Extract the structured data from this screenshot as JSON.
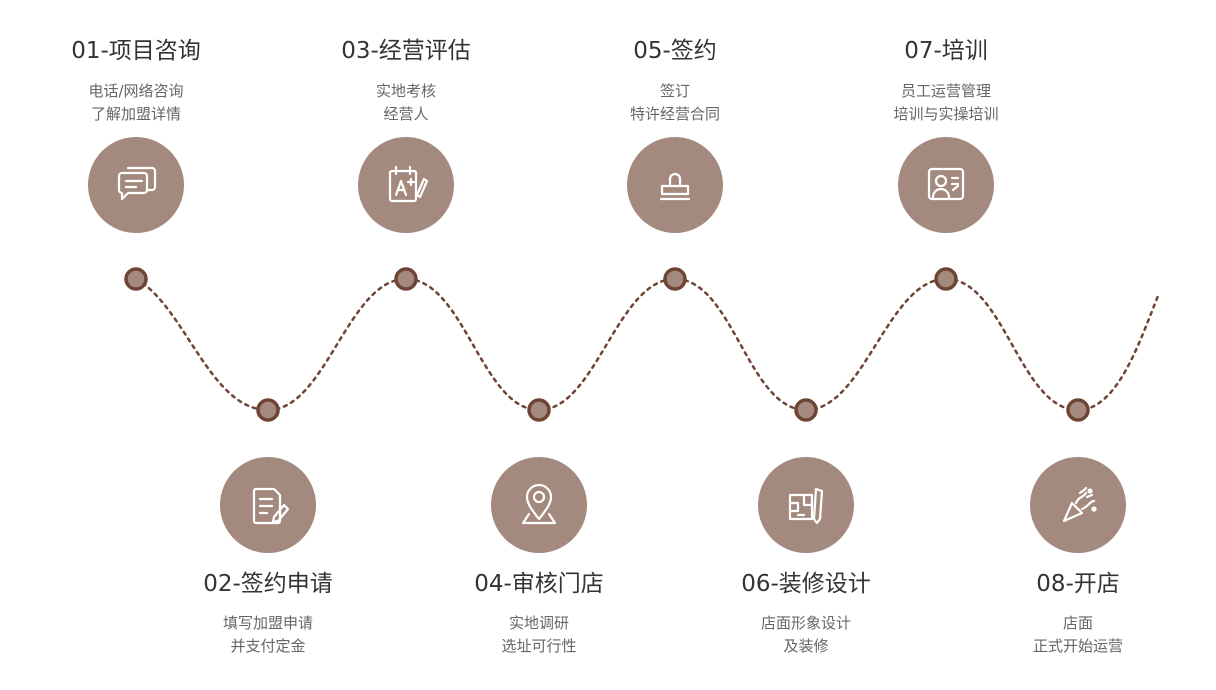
{
  "colors": {
    "circle": "#a48a7e",
    "line": "#6e4434",
    "dot_fill": "#a48a7e",
    "dot_stroke": "#6e4434",
    "icon": "#ffffff"
  },
  "steps": [
    {
      "title": "01-项目咨询",
      "lines": [
        "电话/网络咨询",
        "了解加盟详情"
      ],
      "icon": "chat-bubbles-icon"
    },
    {
      "title": "02-签约申请",
      "lines": [
        "填写加盟申请",
        "并支付定金"
      ],
      "icon": "document-pen-icon"
    },
    {
      "title": "03-经营评估",
      "lines": [
        "实地考核",
        "经营人"
      ],
      "icon": "clipboard-grade-icon"
    },
    {
      "title": "04-审核门店",
      "lines": [
        "实地调研",
        "选址可行性"
      ],
      "icon": "location-pin-icon"
    },
    {
      "title": "05-签约",
      "lines": [
        "签订",
        "特许经营合同"
      ],
      "icon": "stamp-icon"
    },
    {
      "title": "06-装修设计",
      "lines": [
        "店面形象设计",
        "及装修"
      ],
      "icon": "blueprint-ruler-icon"
    },
    {
      "title": "07-培训",
      "lines": [
        "员工运营管理",
        "培训与实操培训"
      ],
      "icon": "presentation-board-icon"
    },
    {
      "title": "08-开店",
      "lines": [
        "店面",
        "正式开始运营"
      ],
      "icon": "party-popper-icon"
    }
  ]
}
